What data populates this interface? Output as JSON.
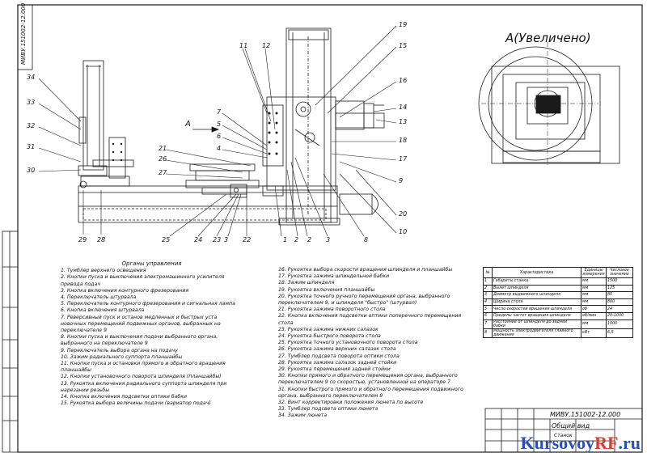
{
  "sheet": {
    "doc_code_main": "МИВУ.151002-12.000",
    "doc_code_side": "МИВУ.151002-12.000",
    "view_label": "А(Увеличено)",
    "arrow_label": "А",
    "stamp_title": "Общий вид",
    "stamp_sub": "Станок"
  },
  "callouts": [
    "1",
    "2",
    "3",
    "4",
    "5",
    "6",
    "7",
    "8",
    "9",
    "10",
    "11",
    "12",
    "13",
    "14",
    "15",
    "16",
    "17",
    "18",
    "19",
    "20",
    "21",
    "22",
    "23",
    "24",
    "25",
    "26",
    "27",
    "28",
    "29",
    "30",
    "31",
    "32",
    "33",
    "34"
  ],
  "legend": {
    "title": "Органы управления",
    "col1": [
      "1. Тумблер верхнего освещения",
      "2. Кнопки пуска и выключения электромашинного усилителя привода подач",
      "3. Кнопка включения контурного фрезерования",
      "4. Переключатель штурвала",
      "5. Переключатель контурного фрезерования и сигнальная лампа",
      "6. Кнопка включения штурвала",
      "7. Реверсивный пуск и останов медленных и быстрых уста новочных перемещений подвижных органов, выбранных на переключателе 9",
      "8. Кнопки пуска и выключения подачи выбранного органа, выбранного на переключателе 9",
      "9. Переключатель выбора органа на подачу",
      "10. Зажим радиального суппорта планшайбы",
      "11. Кнопки пуска и остановки прямого и обратного вращения планшайбы",
      "12. Кнопки установочного поворота шпинделя (планшайбы)",
      "13. Рукоятка включения радиального суппорта шпинделя при нарезании резьбы",
      "14. Кнопка включения подсветки оптики бабки",
      "15. Рукоятка выбора величины подачи (вариатор подач)"
    ],
    "col2": [
      "16. Рукоятка выбора скорости вращения шпинделя и планшайбы",
      "17. Рукоятка зажима шпиндельной бабки",
      "18. Зажим шпинделя",
      "19. Рукоятка включения планшайбы",
      "20. Рукоятка точного ручного перемещения органа, выбранного переключателем 9, и шпинделя \"быстро\" (штурвал)",
      "21. Рукоятка зажима поворотного стола",
      "22. Кнопка включения подсветки оптики поперечного перемещения стола",
      "23. Рукоятка зажима нижних салазок",
      "24. Рукоятка быстрого поворота стола",
      "25. Рукоятка точного установочного поворота стола",
      "26. Рукоятка зажима верхних салазок стола",
      "27. Тумблер подсвета поворота оптики стола",
      "28. Рукоятка зажима салазок задней стойки",
      "29. Рукоятка перемещения задней стойки",
      "30. Кнопки прямого и обратного перемещения органа, выбранного переключателем 9 со скоростью, установленной на операторе 7",
      "31. Кнопки быстрого прямого и обратного перемещения подвижного органа, выбранного переключателем 9",
      "32. Винт корректировки положения люнета по высоте",
      "33. Тумблер подсвета оптики люнета",
      "34. Зажим люнета"
    ]
  },
  "spec_table": {
    "headers": [
      "№",
      "Характеристика",
      "Единицы измерения",
      "Числовое значение"
    ],
    "rows": [
      [
        "1",
        "Габариты станка",
        "мм",
        "1500"
      ],
      [
        "2",
        "Вылет шпинделя",
        "мм",
        "125"
      ],
      [
        "3",
        "Диаметр выдвижного шпинделя",
        "мм",
        "85"
      ],
      [
        "4",
        "Ширина стола",
        "мм",
        "800"
      ],
      [
        "5",
        "Число скоростей вращения шпинделя",
        "об",
        "24"
      ],
      [
        "6",
        "Пределы частот вращения шпинделя",
        "об/мин",
        "20-1000"
      ],
      [
        "7",
        "Расстояние от шпинделя до задней бабки",
        "мм",
        "1000"
      ],
      [
        "8",
        "Мощность электродвигателя главного движения",
        "кВт",
        "6,5"
      ]
    ]
  },
  "watermark": {
    "part1": "Kursovoy",
    "part2": "RF",
    "part3": ".ru"
  }
}
